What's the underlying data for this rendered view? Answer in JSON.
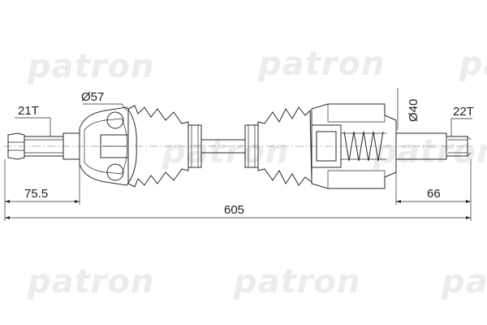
{
  "watermark": {
    "text": "patron"
  },
  "dimensions": {
    "left_spline": "21T",
    "left_diameter": "Ø57",
    "left_length": "75.5",
    "total_length": "605",
    "right_diameter": "Ø40",
    "right_spline": "22T",
    "right_length": "66"
  }
}
